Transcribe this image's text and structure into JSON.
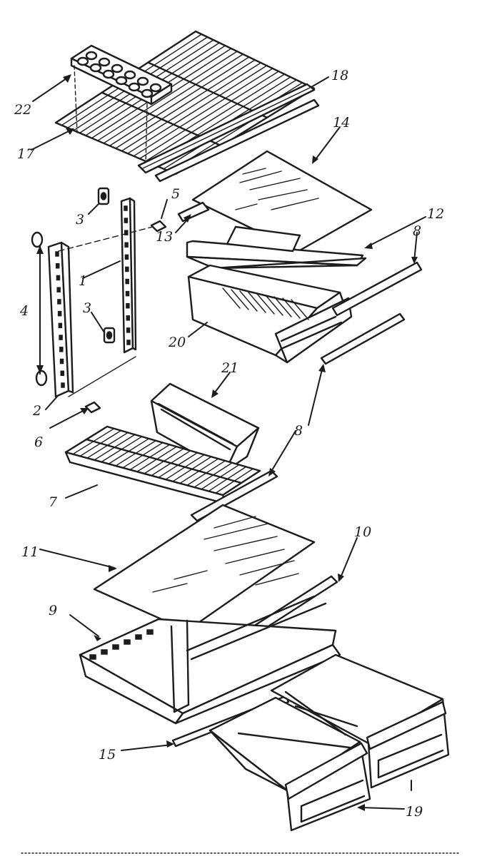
{
  "diagram": {
    "type": "exploded-parts-view",
    "callouts": [
      {
        "id": "c1",
        "label": "1"
      },
      {
        "id": "c2",
        "label": "2"
      },
      {
        "id": "c3a",
        "label": "3"
      },
      {
        "id": "c3b",
        "label": "3"
      },
      {
        "id": "c4",
        "label": "4"
      },
      {
        "id": "c5",
        "label": "5"
      },
      {
        "id": "c6",
        "label": "6"
      },
      {
        "id": "c7",
        "label": "7"
      },
      {
        "id": "c8a",
        "label": "8"
      },
      {
        "id": "c8b",
        "label": "8"
      },
      {
        "id": "c9",
        "label": "9"
      },
      {
        "id": "c10",
        "label": "10"
      },
      {
        "id": "c11",
        "label": "11"
      },
      {
        "id": "c12",
        "label": "12"
      },
      {
        "id": "c13",
        "label": "13"
      },
      {
        "id": "c14",
        "label": "14"
      },
      {
        "id": "c15",
        "label": "15"
      },
      {
        "id": "c17",
        "label": "17"
      },
      {
        "id": "c18",
        "label": "18"
      },
      {
        "id": "c19",
        "label": "19"
      },
      {
        "id": "c20",
        "label": "20"
      },
      {
        "id": "c21",
        "label": "21"
      },
      {
        "id": "c22",
        "label": "22"
      }
    ]
  }
}
